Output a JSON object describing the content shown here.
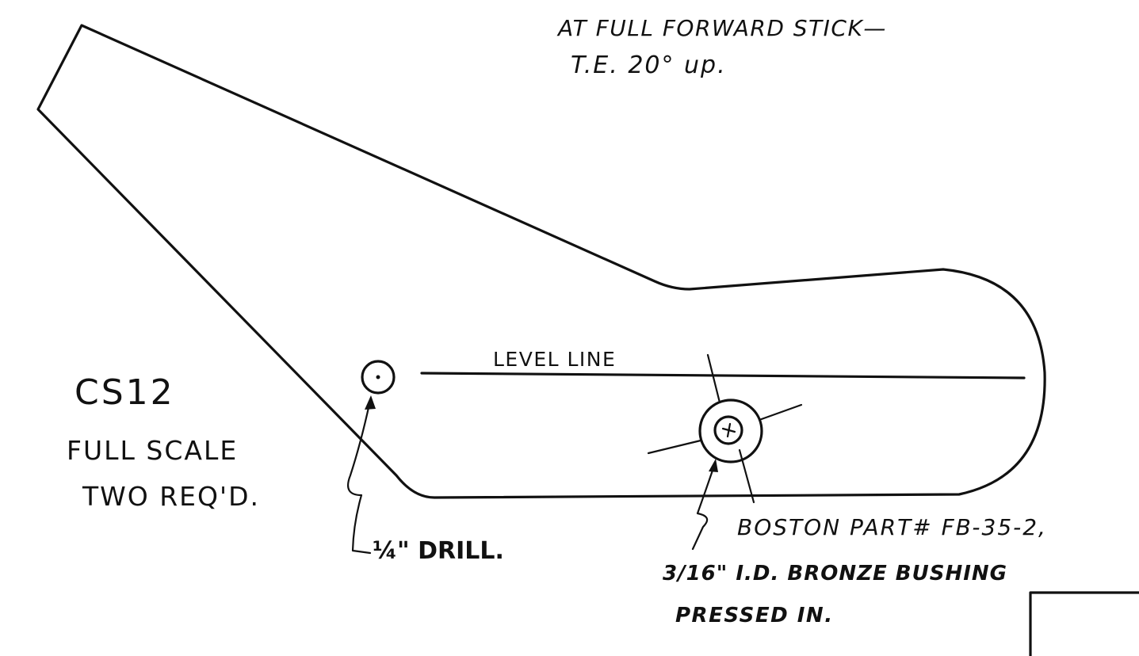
{
  "part": {
    "id": "CS12",
    "scale": "FULL SCALE",
    "quantity": "TWO REQ'D."
  },
  "notes": {
    "top_partial": "",
    "line1": "AT FULL FORWARD STICK—",
    "line2": "T.E. 20° up."
  },
  "labels": {
    "level_line": "LEVEL LINE",
    "drill": "¼\" DRILL.",
    "bushing_line1": "BOSTON PART# FB-35-2,",
    "bushing_line2": "3/16\" I.D. BRONZE BUSHING",
    "bushing_line3": "PRESSED IN."
  },
  "colors": {
    "ink": "#111111",
    "paper": "#ffffff"
  }
}
